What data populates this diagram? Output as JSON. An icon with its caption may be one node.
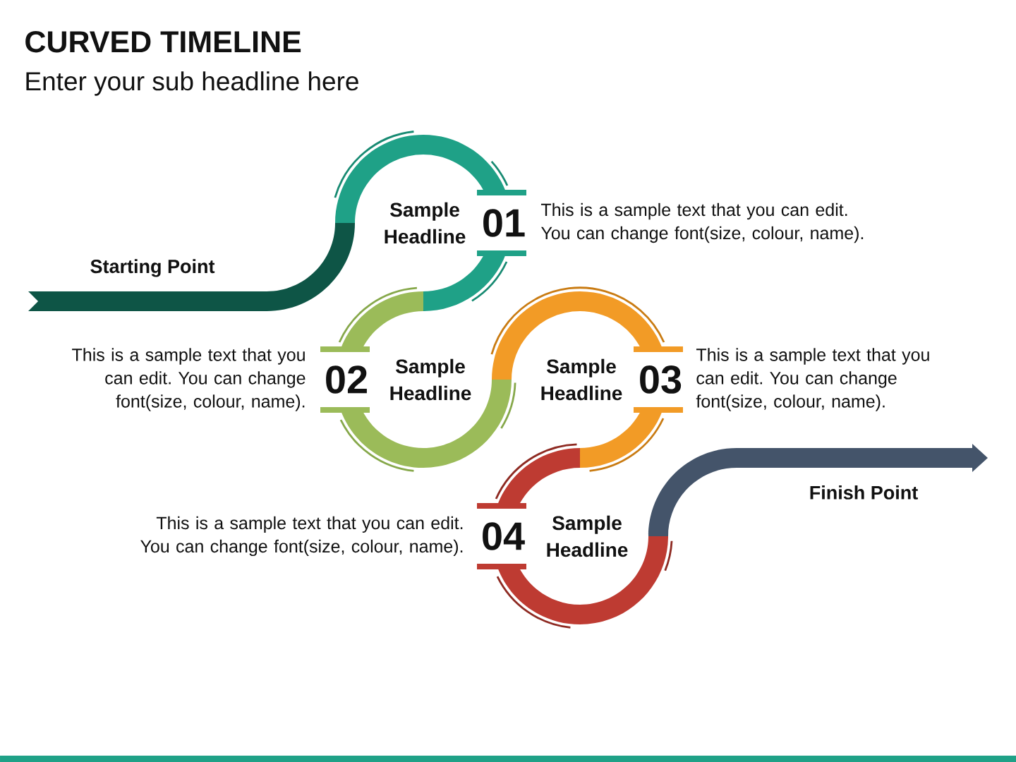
{
  "diagram": {
    "title": "CURVED TIMELINE",
    "nodes": [
      {
        "text": [
          "Sample Headline",
          "01"
        ],
        "beside": [
          "This is a sample text that you can edit. You can change font(size, colour, name)."
        ]
      },
      {
        "text": [
          "02",
          "Sample Headline"
        ],
        "beside": [
          "This is a sample text that you can edit. You can change font(size, colour, name)."
        ]
      },
      {
        "text": [
          "Sample Headline",
          "03"
        ],
        "beside": [
          "This is a sample text that you can edit. You can change font(size, colour, name)."
        ]
      },
      {
        "text": [
          "04",
          "Sample Headline"
        ],
        "beside": [
          "This is a sample text that you can edit. You can change font(size, colour, name)."
        ]
      }
    ],
    "edges": [
      {
        "from": null,
        "to": 0,
        "arrow": "none",
        "label": "Starting Point",
        "color": "#0e5546"
      },
      {
        "from": 3,
        "to": null,
        "arrow": "to",
        "label": "Finish Point",
        "color": "#44546a"
      }
    ],
    "labels": [
      "Enter your sub headline here"
    ]
  }
}
